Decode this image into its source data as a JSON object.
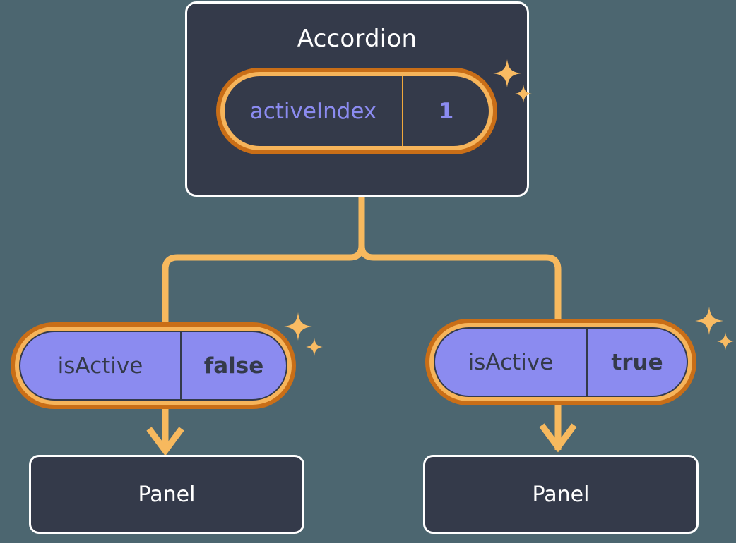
{
  "theme": {
    "background": "#4c6670",
    "card_fill": "#343a4a",
    "card_border": "#ffffff",
    "pill_outer_ring": "#c96e17",
    "pill_inner_ring": "#f6b45a",
    "pill_prop_fill": "#8b8bf0",
    "accent_text": "#8b8bf0",
    "connector": "#f7b95e",
    "sparkle": "#f9bb63"
  },
  "diagram": {
    "type": "component-tree",
    "root": {
      "title": "Accordion",
      "prop": {
        "name": "activeIndex",
        "value": "1"
      }
    },
    "children": [
      {
        "prop": {
          "name": "isActive",
          "value": "false"
        },
        "component": {
          "title": "Panel"
        }
      },
      {
        "prop": {
          "name": "isActive",
          "value": "true"
        },
        "component": {
          "title": "Panel"
        }
      }
    ]
  },
  "icons": {
    "sparkle_large": "sparkle-icon",
    "sparkle_small": "sparkle-small-icon",
    "arrow": "arrow-down-icon"
  }
}
